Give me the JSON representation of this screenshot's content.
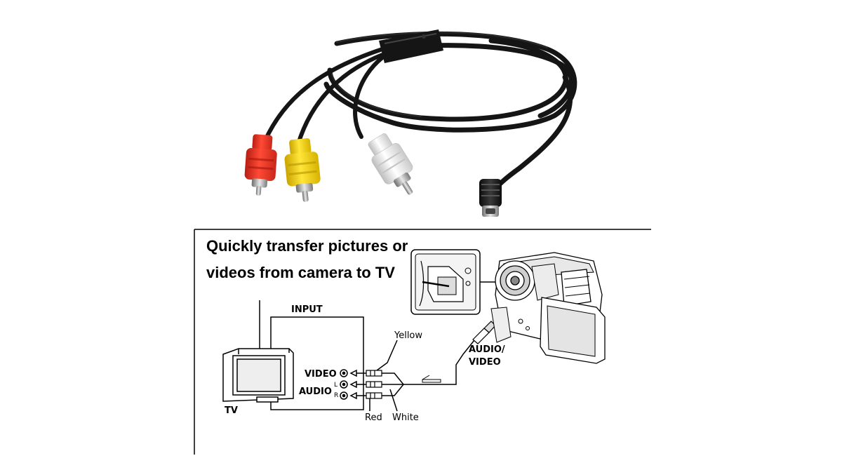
{
  "headline": {
    "line1": "Quickly transfer pictures or",
    "line2": "videos from camera to TV"
  },
  "diagram": {
    "input_label": "INPUT",
    "tv_label": "TV",
    "video_label": "VIDEO",
    "audio_label": "AUDIO",
    "audio_channels": [
      "L",
      "R"
    ],
    "yellow_label": "Yellow",
    "red_label": "Red",
    "white_label": "White",
    "av_label_line1": "AUDIO/",
    "av_label_line2": "VIDEO"
  },
  "colors": {
    "cable": "#1a1a1a",
    "plug_red": "#e53a2a",
    "plug_yellow": "#f2d21a",
    "plug_white": "#eeeeee"
  }
}
